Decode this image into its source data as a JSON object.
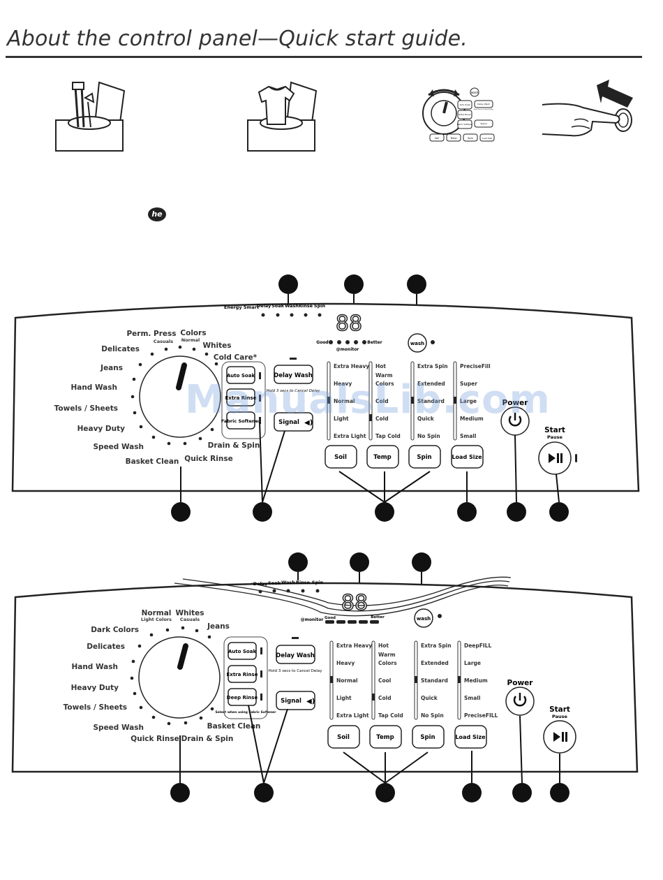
{
  "header": {
    "title": "About the control panel—Quick start guide."
  },
  "icons": {
    "he_logo": "he",
    "step1": "detergent-dispenser-icon",
    "step2": "load-clothes-icon",
    "step3": "select-cycle-icon",
    "step4": "press-start-icon"
  },
  "mini_panel": {
    "wash": "wash",
    "buttons": [
      "Auto Soak",
      "Delay Wash",
      "Extra Rinse",
      "Hold 3 secs to Cancel Delay",
      "Fabric Softener",
      "Signal"
    ],
    "bottom": [
      "Soil",
      "Temp",
      "Spin",
      "Load Size"
    ]
  },
  "panel1": {
    "status": [
      "Energy Smart",
      "Delay",
      "Soak",
      "Wash",
      "Rinse",
      "Spin"
    ],
    "display": "88",
    "monitor": {
      "good": "Good",
      "better": "Better",
      "label": "@monitor"
    },
    "wash_button": "wash",
    "cycles": [
      "Perm. Press",
      "Casuals",
      "Colors",
      "Normal",
      "Whites",
      "Cold Care*",
      "Delicates",
      "Jeans",
      "Hand Wash",
      "Towels / Sheets",
      "Heavy Duty",
      "Speed Wash",
      "Basket Clean",
      "Quick Rinse",
      "Drain & Spin"
    ],
    "options": [
      "Auto Soak",
      "Extra Rinse",
      "Fabric Softener"
    ],
    "delay_wash": "Delay Wash",
    "delay_note": "Hold 3 secs to Cancel Delay",
    "signal": "Signal",
    "soil": [
      "Extra Heavy",
      "Heavy",
      "Normal",
      "Light",
      "Extra Light"
    ],
    "temp": [
      "Hot",
      "Warm",
      "Colors",
      "Cold",
      "Cold",
      "Tap Cold"
    ],
    "spin": [
      "Extra Spin",
      "Extended",
      "Standard",
      "Quick",
      "No Spin"
    ],
    "load": [
      "PreciseFill",
      "Super",
      "Large",
      "Medium",
      "Small"
    ],
    "buttons": [
      "Soil",
      "Temp",
      "Spin",
      "Load Size"
    ],
    "power": "Power",
    "start": "Start",
    "pause": "Pause"
  },
  "panel2": {
    "status": [
      "Delay",
      "Soak",
      "Wash",
      "Rinse",
      "Spin"
    ],
    "display": "88",
    "monitor": {
      "good": "Good",
      "better": "Better",
      "label": "@monitor"
    },
    "wash_button": "wash",
    "cycles": [
      "Normal",
      "Light Colors",
      "Whites",
      "Casuals",
      "Jeans",
      "Dark Colors",
      "Delicates",
      "Hand Wash",
      "Heavy Duty",
      "Towels / Sheets",
      "Speed Wash",
      "Quick Rinse",
      "Drain & Spin",
      "Basket Clean"
    ],
    "options": [
      "Auto Soak",
      "Extra Rinse",
      "Deep Rinse"
    ],
    "deep_note": "Select when using Fabric Softener",
    "delay_wash": "Delay Wash",
    "delay_note": "Hold 3 secs to Cancel Delay",
    "signal": "Signal",
    "soil": [
      "Extra Heavy",
      "Heavy",
      "Normal",
      "Light",
      "Extra Light"
    ],
    "temp": [
      "Hot",
      "Warm",
      "Colors",
      "Cool",
      "Cold",
      "Tap Cold"
    ],
    "spin": [
      "Extra Spin",
      "Extended",
      "Standard",
      "Quick",
      "No Spin"
    ],
    "load": [
      "DeepFILL",
      "Large",
      "Medium",
      "Small",
      "PreciseFILL"
    ],
    "buttons": [
      "Soil",
      "Temp",
      "Spin",
      "Load Size"
    ],
    "power": "Power",
    "start": "Start",
    "pause": "Pause"
  },
  "watermark": "ManualsLib.com"
}
